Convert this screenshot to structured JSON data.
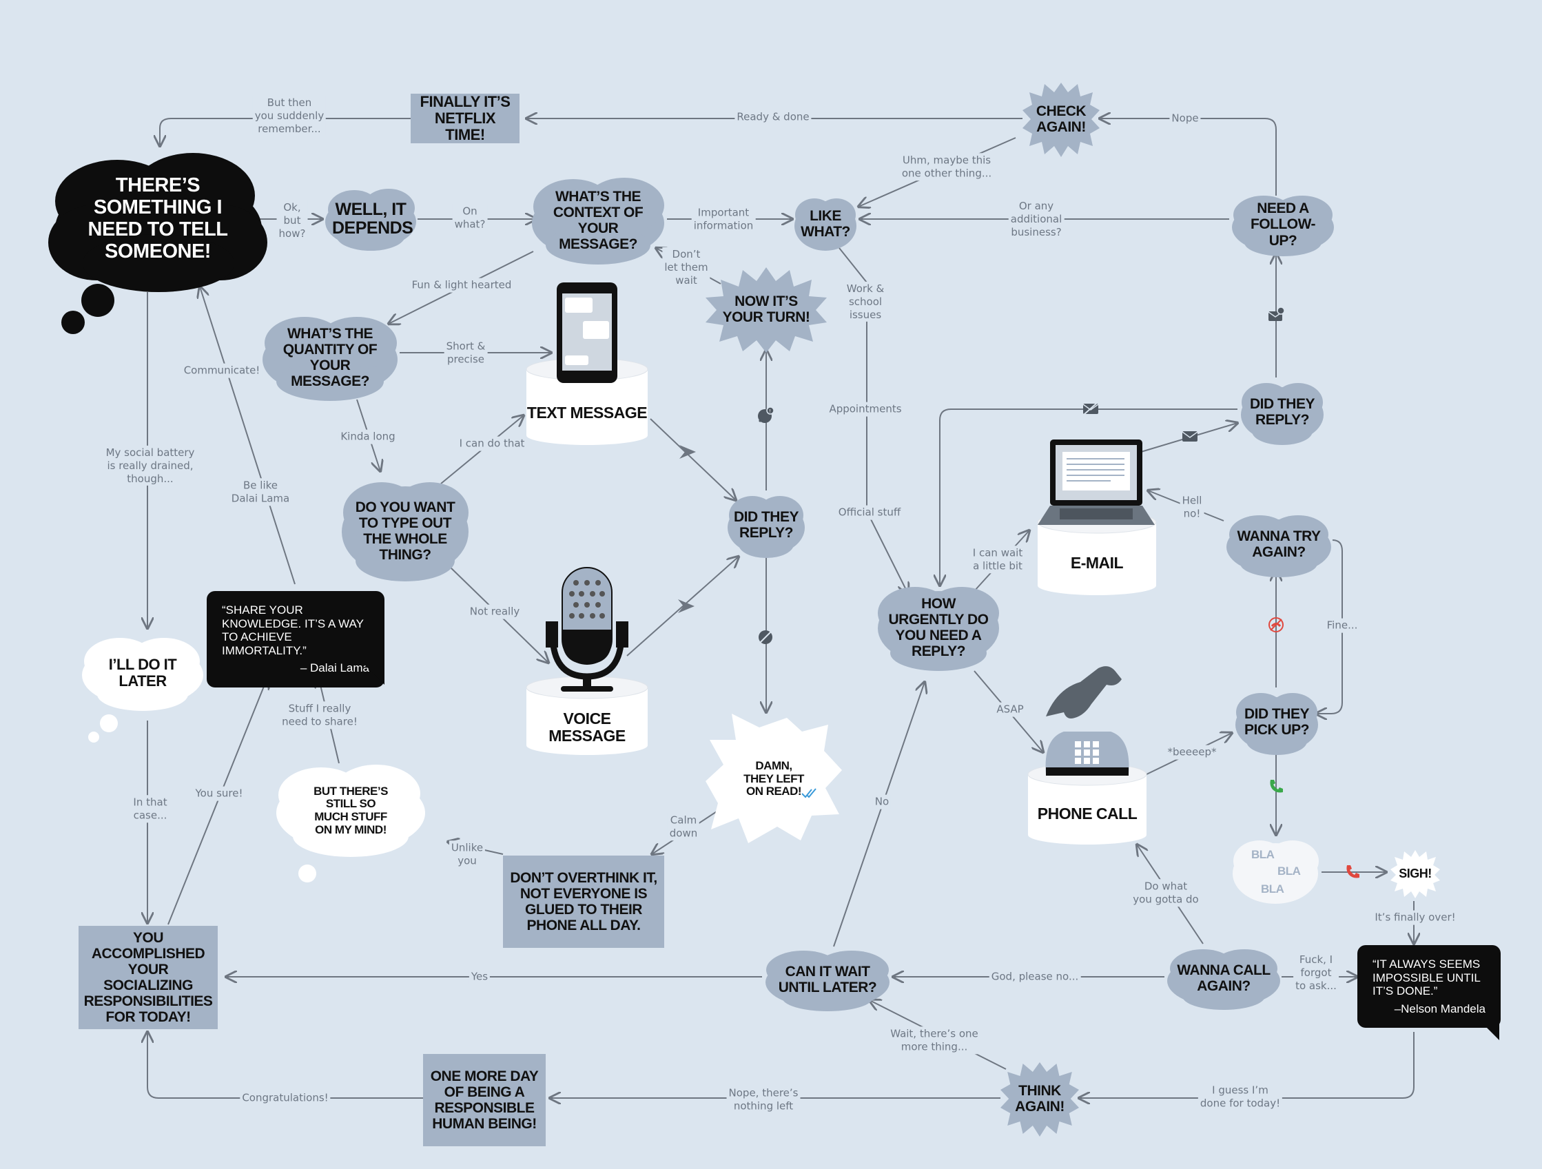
{
  "nodes": {
    "start": "THERE’S SOMETHING I NEED TO TELL SOMEONE!",
    "depends": "WELL, IT DEPENDS",
    "context": "WHAT’S THE CONTEXT OF YOUR MESSAGE?",
    "like_what": "LIKE WHAT?",
    "quantity": "WHAT’S THE QUANTITY OF YOUR MESSAGE?",
    "type_whole": "DO YOU WANT TO TYPE OUT THE WHOLE THING?",
    "text_message": "TEXT MESSAGE",
    "voice_message": "VOICE MESSAGE",
    "now_your_turn": "NOW IT’S YOUR TURN!",
    "did_reply_1": "DID THEY REPLY?",
    "left_on_read": "DAMN, THEY LEFT ON READ!",
    "dont_overthink": "DON’T OVERTHINK IT, NOT EVERYONE IS GLUED TO THEIR PHONE ALL DAY.",
    "still_stuff": "BUT THERE’S STILL SO MUCH STUFF ON MY MIND!",
    "do_it_later": "I’LL DO IT LATER",
    "accomplished": "YOU ACCOMPLISHED YOUR SOCIALIZING RESPONSIBILITIES FOR TODAY!",
    "netflix": "FINALLY IT’S NETFLIX TIME!",
    "check_again": "CHECK AGAIN!",
    "need_followup": "NEED A FOLLOW-UP?",
    "did_reply_2": "DID THEY REPLY?",
    "email": "E-MAIL",
    "how_urgently": "HOW URGENTLY DO YOU NEED A REPLY?",
    "phone_call": "PHONE CALL",
    "wanna_try": "WANNA TRY AGAIN?",
    "did_pick_up": "DID THEY PICK UP?",
    "bla": "BLA",
    "sigh": "SIGH!",
    "can_wait": "CAN IT WAIT UNTIL LATER?",
    "wanna_call": "WANNA CALL AGAIN?",
    "think_again": "THINK AGAIN!",
    "one_more_day": "ONE MORE DAY OF BEING A RESPONSIBLE HUMAN BEING!"
  },
  "quotes": {
    "dalai_text": "“SHARE YOUR KNOWLEDGE. IT’S A WAY TO ACHIEVE IMMORTALITY.”",
    "dalai_author": "– Dalai Lama",
    "mandela_text": "“IT ALWAYS SEEMS IMPOSSIBLE UNTIL IT’S DONE.”",
    "mandela_author": "–Nelson Mandela"
  },
  "edge_labels": {
    "but_then": "But then\nyou suddenly\nremember...",
    "ok_but_how": "Ok,\nbut\nhow?",
    "on_what": "On\nwhat?",
    "important_info": "Important\ninformation",
    "fun_light": "Fun & light hearted",
    "dont_let_wait": "Don’t\nlet them\nwait",
    "work_school": "Work &\nschool\nissues",
    "short_precise": "Short &\nprecise",
    "kinda_long": "Kinda long",
    "communicate": "Communicate!",
    "be_like_dalai": "Be like\nDalai Lama",
    "social_battery": "My social battery\nis really drained,\nthough...",
    "i_can_do_that": "I can do that",
    "not_really": "Not really",
    "ready_done": "Ready & done",
    "nope": "Nope",
    "uhm_maybe": "Uhm, maybe this\none other thing...",
    "or_any_business": "Or any\nadditional\nbusiness?",
    "appointments": "Appointments",
    "official_stuff": "Official stuff",
    "i_can_wait": "I can wait\na little bit",
    "hell_no": "Hell\nno!",
    "asap": "ASAP",
    "beeeep": "*beeeep*",
    "fine": "Fine...",
    "its_finally_over": "It’s finally over!",
    "fuck_forgot": "Fuck, I\nforgot\nto ask...",
    "do_what_gotta": "Do what\nyou gotta do",
    "god_please_no": "God, please no...",
    "no": "No",
    "yes": "Yes",
    "wait_one_more": "Wait, there’s one\nmore thing...",
    "nope_nothing_left": "Nope, there’s\nnothing left",
    "guess_done": "I guess I’m\ndone for today!",
    "congratulations": "Congratulations!",
    "calm_down": "Calm\ndown",
    "unlike_you": "Unlike\nyou",
    "stuff_share": "Stuff I really\nneed to share!",
    "you_sure": "You sure!",
    "in_that_case": "In that\ncase..."
  },
  "colors": {
    "background": "#dbe5ef",
    "node_fill": "#a4b3c6",
    "dark_fill": "#0d0d0d",
    "white_fill": "#ffffff",
    "line": "#6e7681",
    "label_text": "#6d7784",
    "red_icon": "#e0483e",
    "green_icon": "#3aa84a",
    "blue_check": "#3a9ad9"
  },
  "icons": [
    "smartphone-icon",
    "microphone-icon",
    "laptop-icon",
    "telephone-icon",
    "envelope-icon",
    "chat-alert-icon",
    "chat-muted-icon",
    "phone-green-icon",
    "phone-red-icon",
    "phone-hangup-icon",
    "double-check-icon",
    "envelope-alert-icon"
  ]
}
